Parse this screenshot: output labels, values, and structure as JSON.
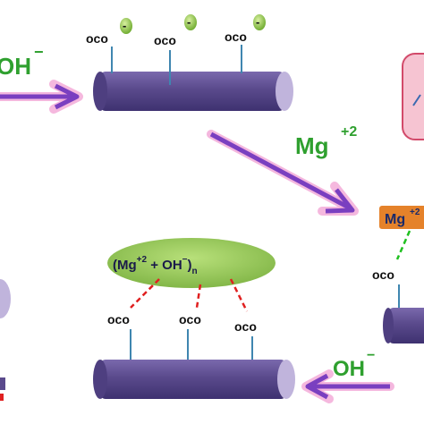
{
  "labels": {
    "oh_top": "OH",
    "oh_top_charge": "−",
    "mg_ion": "Mg",
    "mg_ion_charge": "+2",
    "mg_badge": "Mg",
    "mg_badge_charge": "+2",
    "complex_open": "(Mg",
    "complex_charge": "+2",
    "complex_mid": " + OH",
    "complex_close": ")",
    "complex_n": "n",
    "oh_bottom": "OH",
    "oh_bottom_charge": "−",
    "neg_charge": "-"
  },
  "carboxyl_labels": {
    "top_1": "oco",
    "top_2": "oco",
    "top_3": "oco",
    "right": "oco",
    "bottom_1": "oco",
    "bottom_2": "oco",
    "bottom_3": "oco"
  },
  "colors": {
    "cylinder": "#5a4a8c",
    "cylinder_end": "#c0b4dc",
    "arrow": "#7a3fc0",
    "arrow_glow": "#f2a6d6",
    "oh_text": "#2fa02f",
    "mg_text": "#2fa02f",
    "bead": "#8ac43a",
    "complex_fill": "#96c850",
    "badge_fill": "#e5822a",
    "dashed_red": "#e02020",
    "dashed_green": "#20c020",
    "stem": "#3f86b0",
    "pink_box": "#f6c4d2"
  }
}
